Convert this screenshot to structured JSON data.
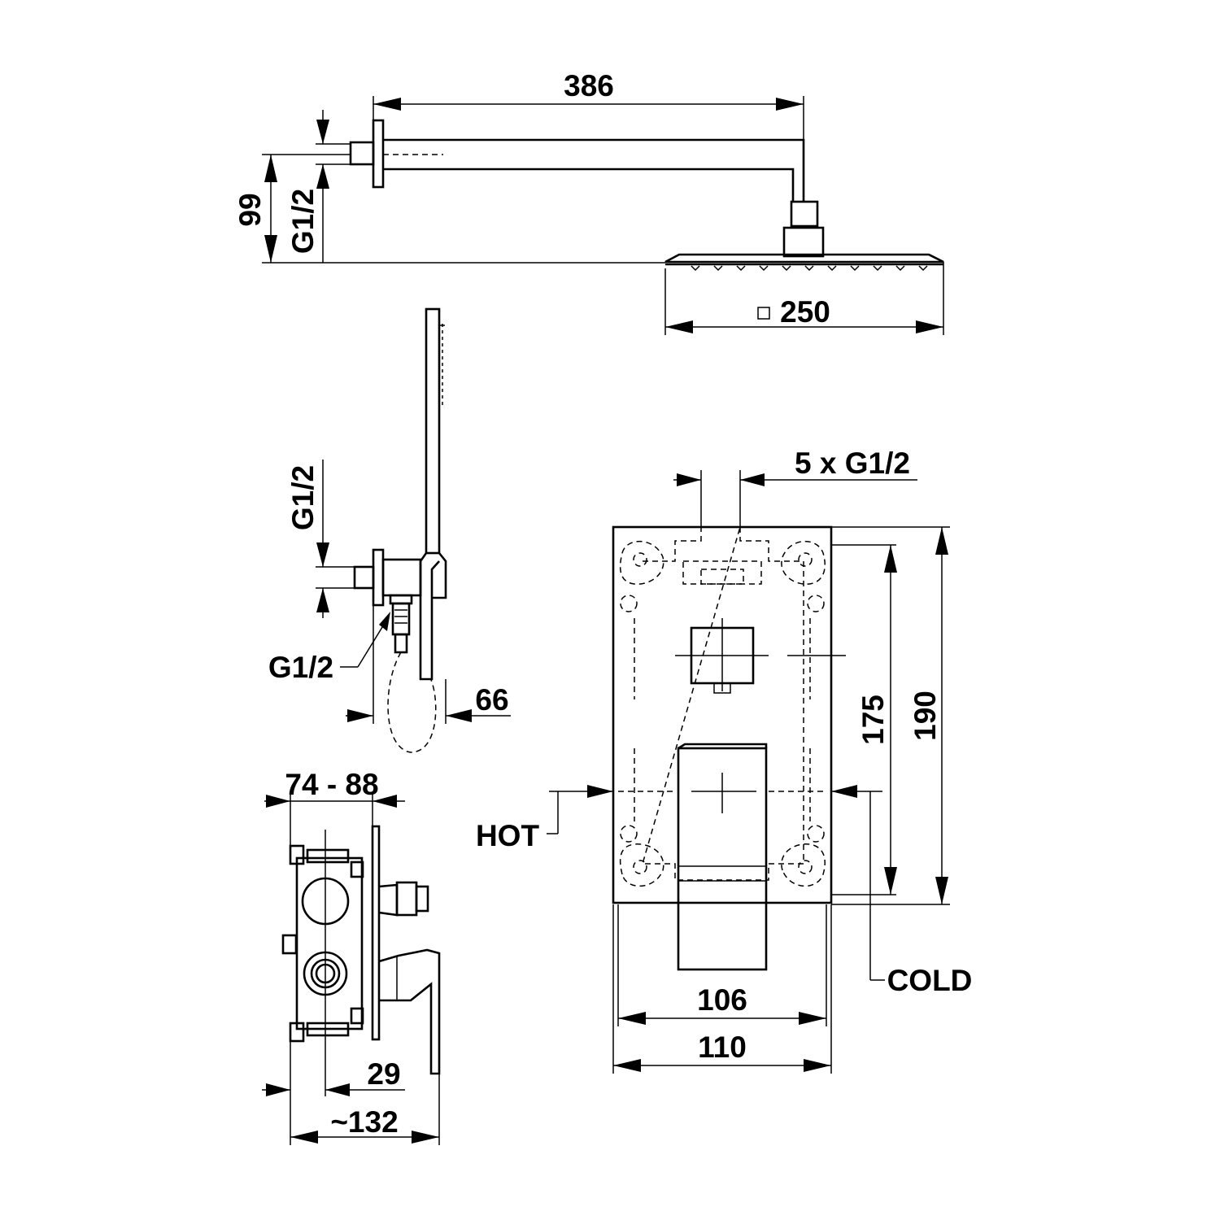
{
  "labels": {
    "arm_length": "386",
    "arm_height": "99",
    "arm_thread": "G1/2",
    "head_size": "250",
    "hand_thread_top": "G1/2",
    "hand_thread_side": "G1/2",
    "hand_offset": "66",
    "depth_range": "74 - 88",
    "depth_29": "29",
    "depth_total": "~132",
    "outlets": "5 x G1/2",
    "hot": "HOT",
    "cold": "COLD",
    "height_175": "175",
    "height_190": "190",
    "width_106": "106",
    "width_110": "110"
  }
}
